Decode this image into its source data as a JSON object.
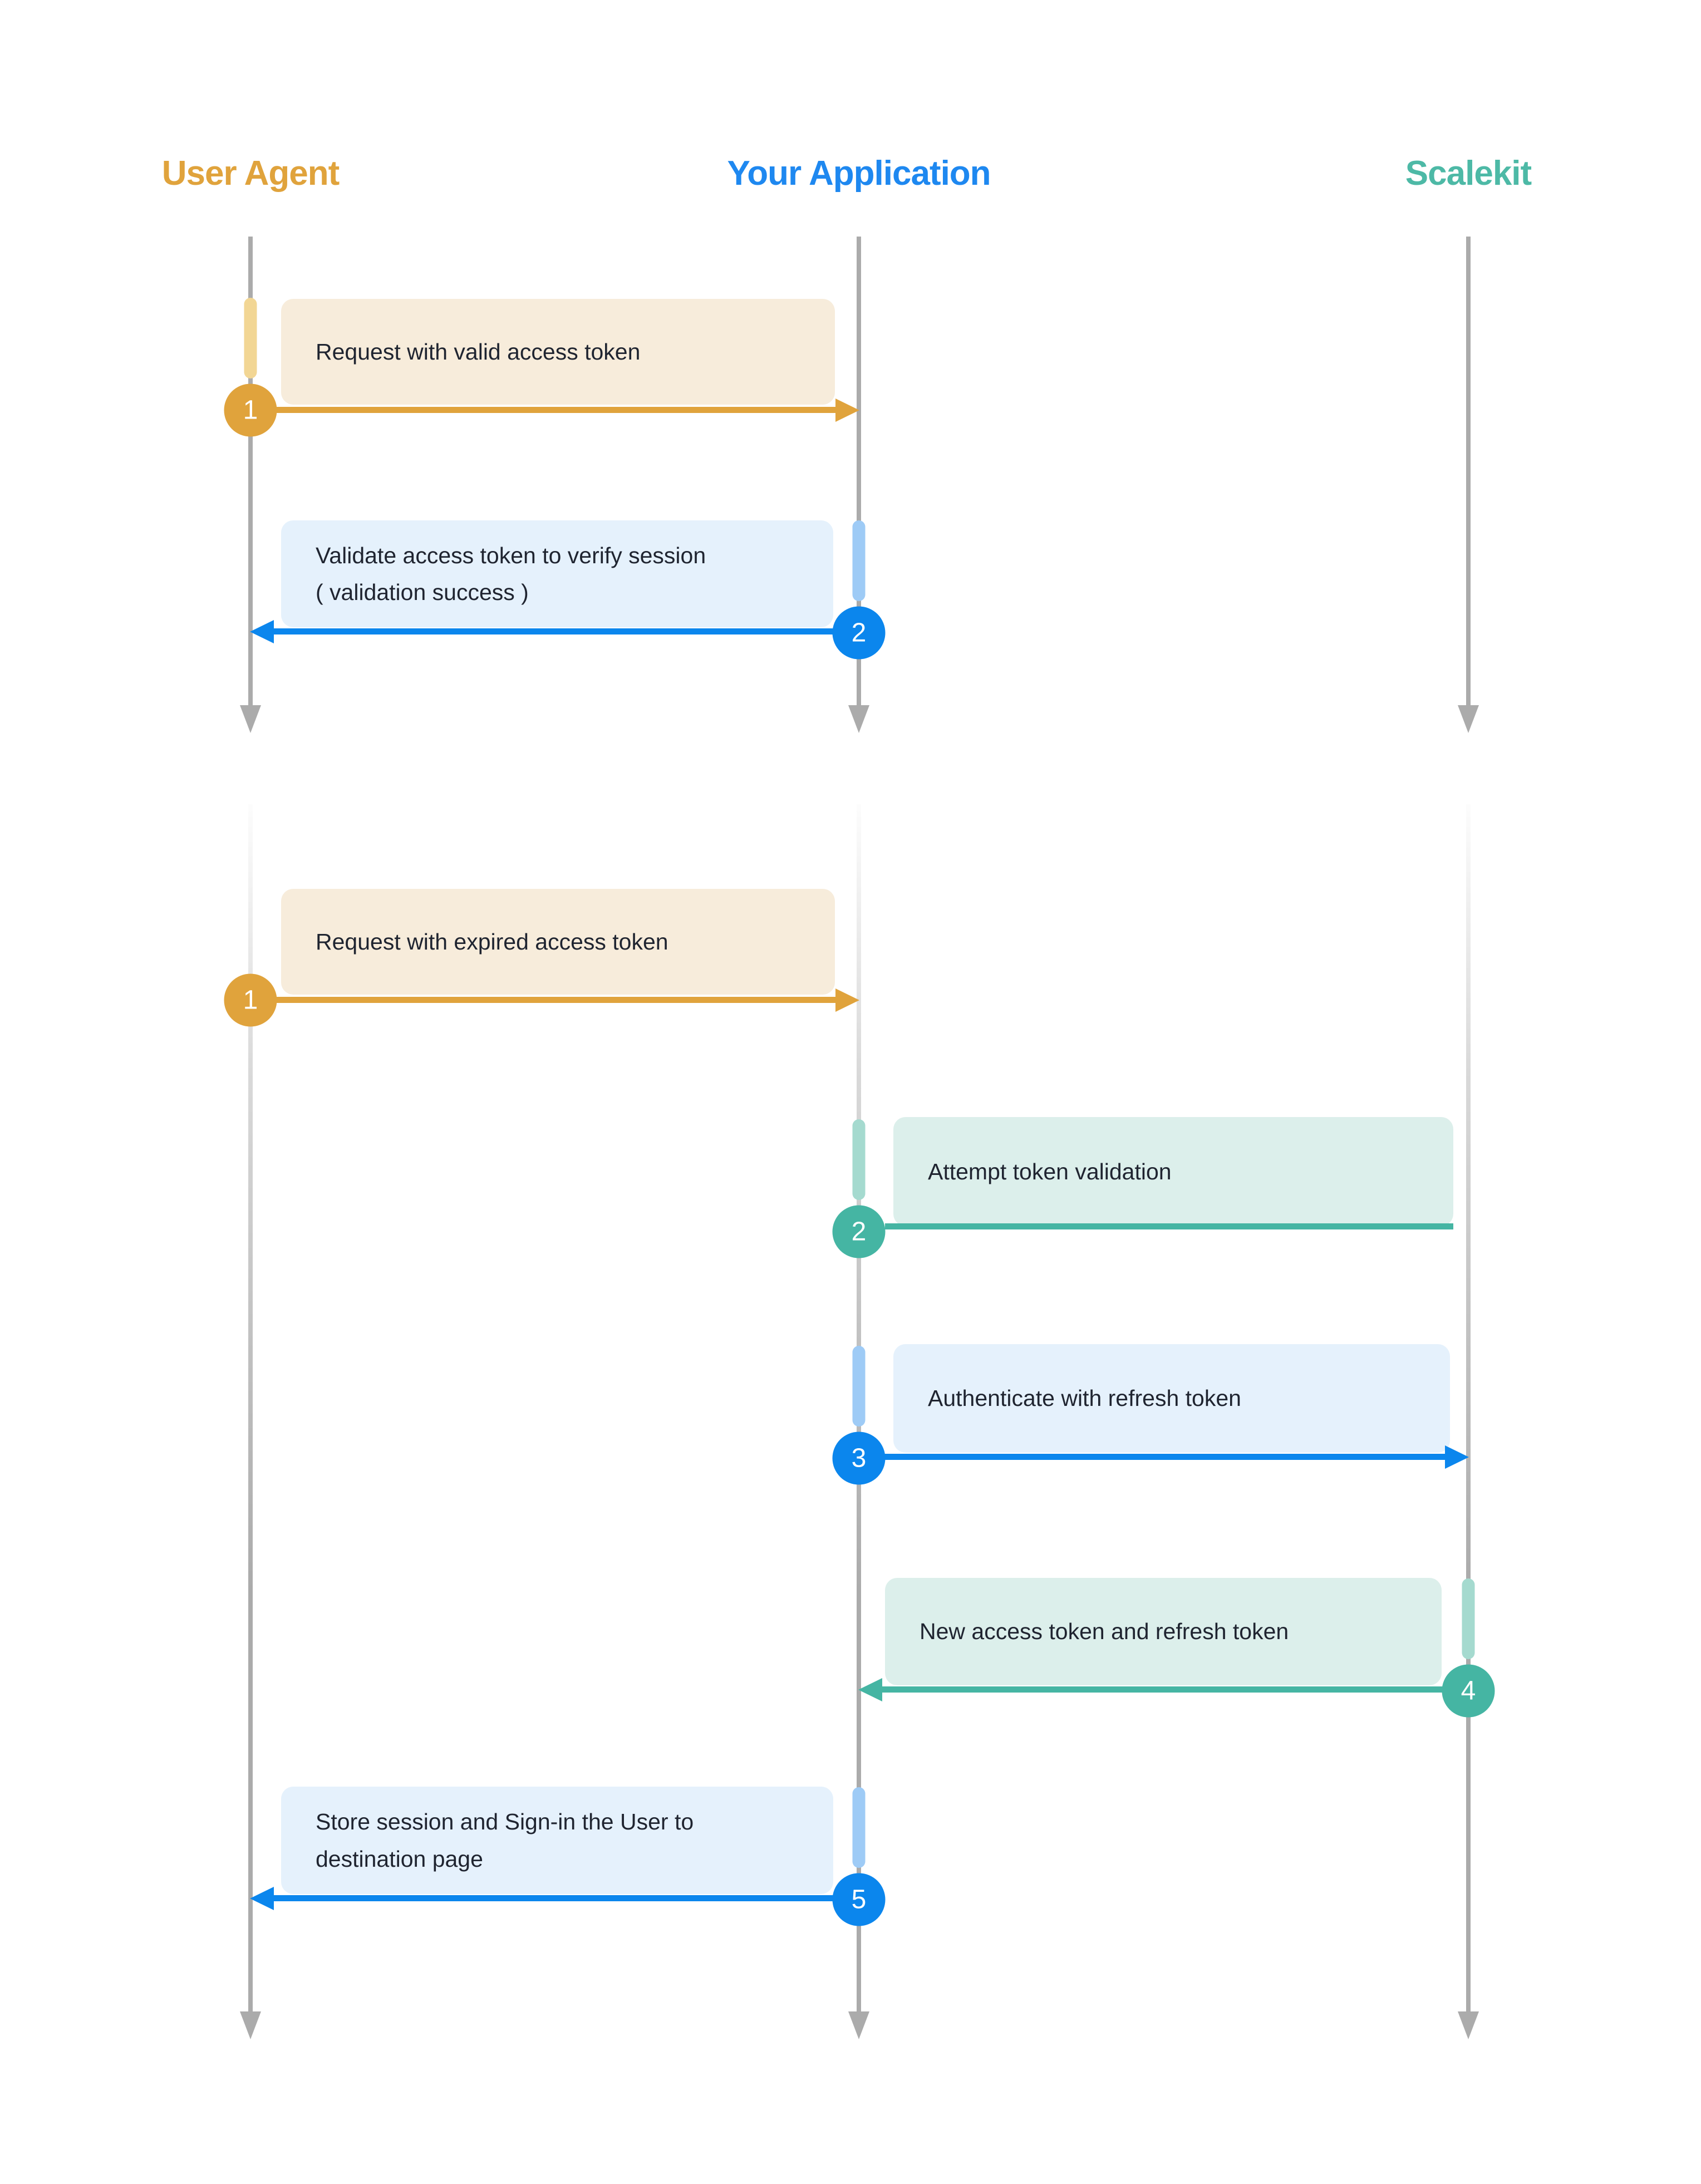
{
  "palette": {
    "orange": "#E0A33C",
    "orange_bar": "#F2D694",
    "orange_box": "#F7ECDB",
    "blue": "#0B86ED",
    "blue_bar": "#9ECBF6",
    "blue_box": "#E5F1FC",
    "teal": "#45B5A3",
    "teal_bar": "#A5DACF",
    "teal_box": "#DCEFEB",
    "lifeline": "#ABABAB",
    "header_blue": "#1E88F0",
    "header_teal": "#4DB9A6",
    "ink": "#1F2430"
  },
  "diagram": {
    "actors": [
      {
        "name": "User Agent",
        "color": "#E0A33C"
      },
      {
        "name": "Your Application",
        "color": "#1E88F0"
      },
      {
        "name": "Scalekit",
        "color": "#4DB9A6"
      }
    ],
    "flows": [
      {
        "steps": [
          {
            "num": "1",
            "from": "User Agent",
            "to": "Your Application",
            "text": "Request with valid access token"
          },
          {
            "num": "2",
            "from": "Your Application",
            "to": "User Agent",
            "line1": "Validate access token to verify session",
            "line2": "( validation success )"
          }
        ]
      },
      {
        "steps": [
          {
            "num": "1",
            "from": "User Agent",
            "to": "Your Application",
            "text": "Request with expired access token"
          },
          {
            "num": "2",
            "from": "Your Application",
            "to": "Your Application",
            "text": "Attempt token validation"
          },
          {
            "num": "3",
            "from": "Your Application",
            "to": "Scalekit",
            "text": "Authenticate with refresh token"
          },
          {
            "num": "4",
            "from": "Scalekit",
            "to": "Your Application",
            "text": "New access token and refresh token"
          },
          {
            "num": "5",
            "from": "Your Application",
            "to": "User Agent",
            "line1": "Store session and Sign-in the User to",
            "line2": "destination page"
          }
        ]
      }
    ]
  }
}
